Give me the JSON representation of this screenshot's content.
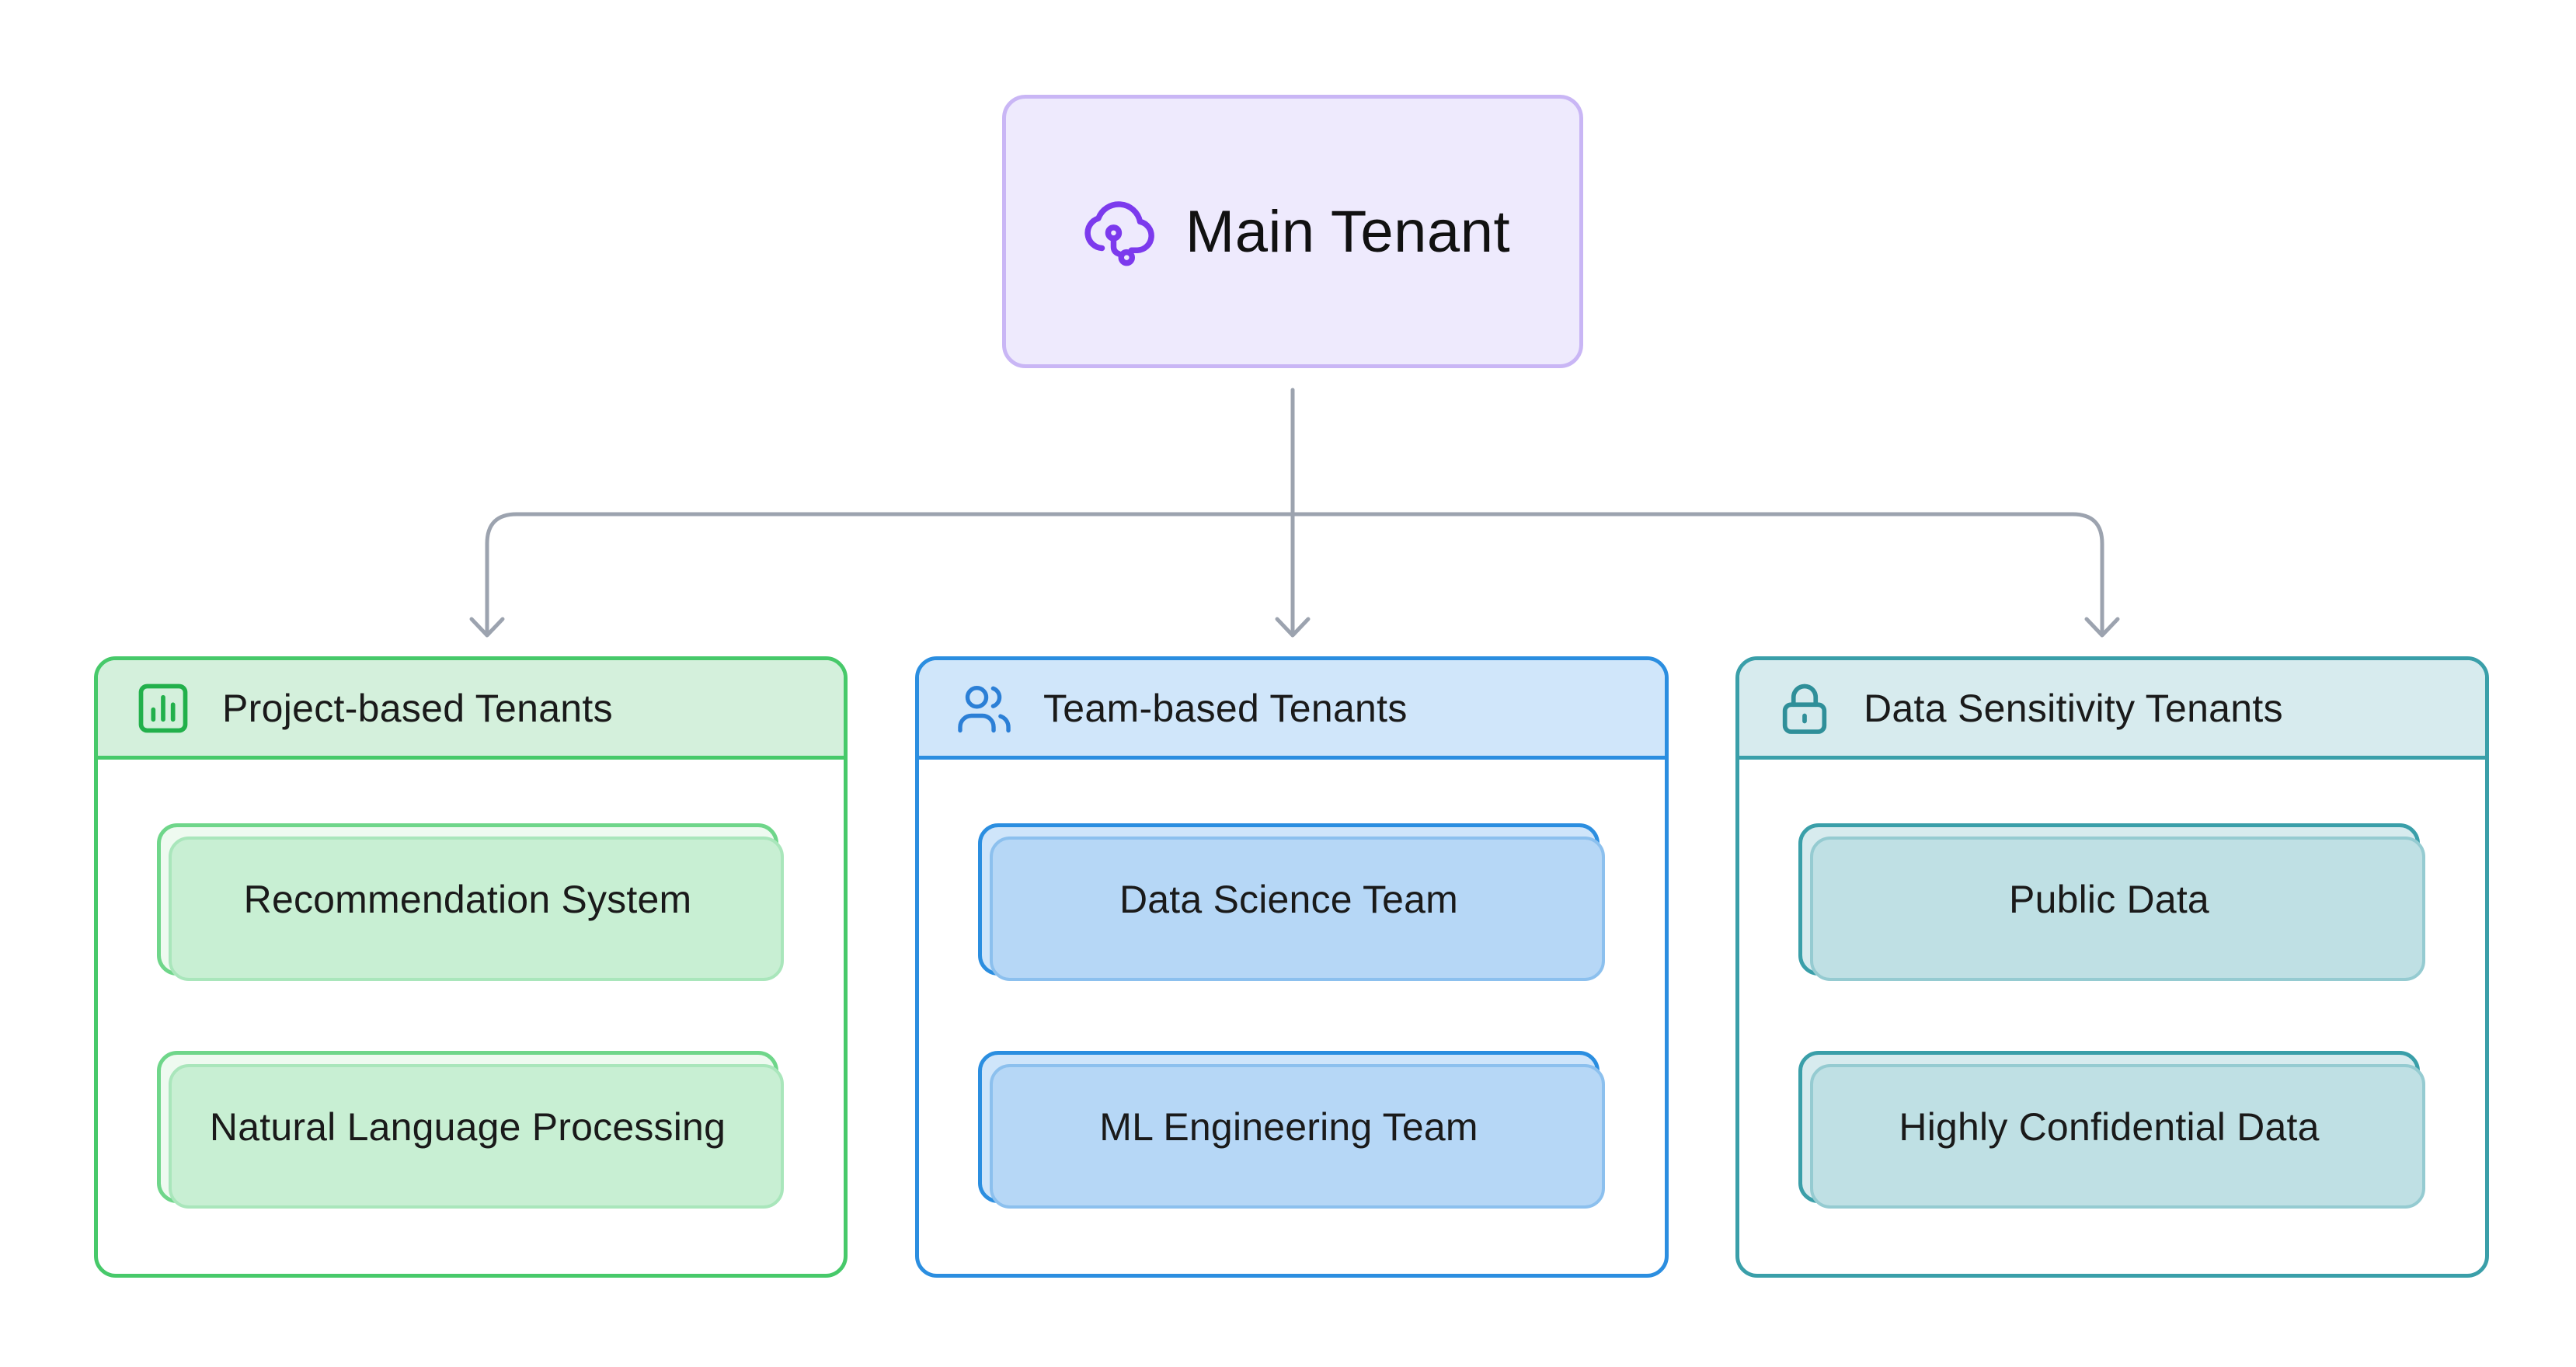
{
  "main": {
    "title": "Main Tenant",
    "icon": "cloud-network-icon",
    "colors": {
      "fill": "#eeeafd",
      "border": "#c9b6f5",
      "icon": "#7c3aed"
    }
  },
  "connector_color": "#9ca3af",
  "groups": [
    {
      "title": "Project-based Tenants",
      "icon": "bar-chart-icon",
      "colors": {
        "border": "#47c96a",
        "header": "#d4f0dc",
        "icon": "#22b04b"
      },
      "items": [
        "Recommendation System",
        "Natural Language Processing"
      ]
    },
    {
      "title": "Team-based Tenants",
      "icon": "users-icon",
      "colors": {
        "border": "#2b8ee0",
        "header": "#d0e6fa",
        "icon": "#2b7fd6"
      },
      "items": [
        "Data Science Team",
        "ML Engineering Team"
      ]
    },
    {
      "title": "Data Sensitivity Tenants",
      "icon": "lock-icon",
      "colors": {
        "border": "#3a9fa9",
        "header": "#d7ebee",
        "icon": "#2f8f99"
      },
      "items": [
        "Public Data",
        "Highly Confidential Data"
      ]
    }
  ]
}
